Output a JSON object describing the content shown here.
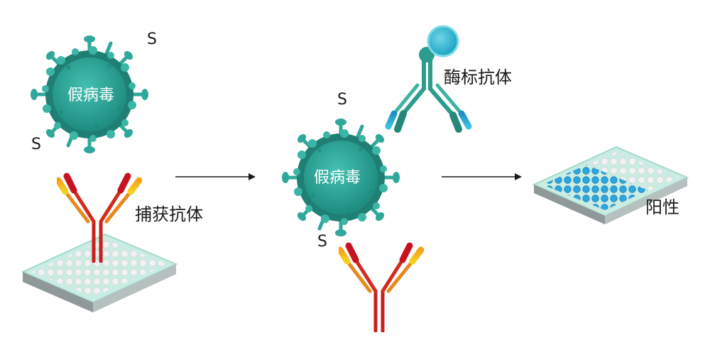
{
  "steps": [
    {
      "virus_label": "假病毒",
      "s_labels": [
        "S",
        "S"
      ],
      "antibody_label": "捕获抗体"
    },
    {
      "virus_label": "假病毒",
      "s_labels": [
        "S",
        "S"
      ],
      "antibody_label": "酶标抗体"
    },
    {
      "result_label": "阳性"
    }
  ],
  "colors": {
    "virus": "#2fa89b",
    "virus_dark": "#1f7f74",
    "capture_antibody": "#d7261e",
    "capture_antibody_tip": "#f6c619",
    "enzyme_antibody": "#2c9c8c",
    "enzyme_antibody_tip": "#2ba7d4",
    "plate_border": "#bfe6dc",
    "positive_well": "#2aa6e0"
  },
  "icons": [
    "virus-icon",
    "capture-antibody-icon",
    "enzyme-labeled-antibody-icon",
    "microplate-icon",
    "arrow-right-icon"
  ]
}
